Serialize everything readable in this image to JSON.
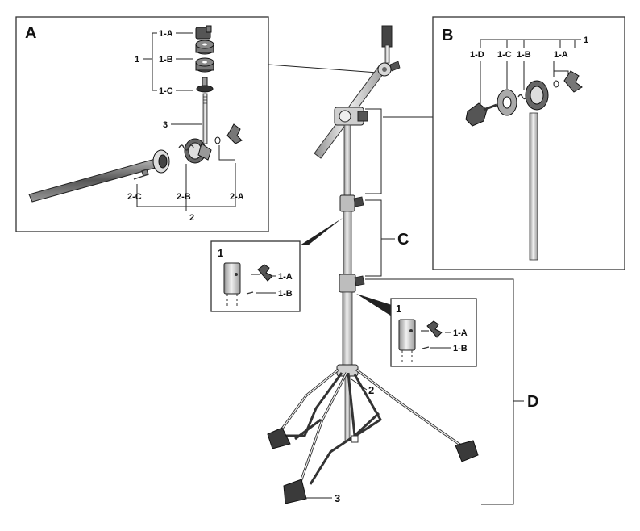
{
  "panels": {
    "A": {
      "title": "A",
      "labels": {
        "one": "1",
        "one_a": "1-A",
        "one_b": "1-B",
        "one_c": "1-C",
        "three": "3",
        "two": "2",
        "two_a": "2-A",
        "two_b": "2-B",
        "two_c": "2-C"
      }
    },
    "B": {
      "title": "B",
      "labels": {
        "one": "1",
        "one_a": "1-A",
        "one_b": "1-B",
        "one_c": "1-C",
        "one_d": "1-D"
      }
    },
    "C": {
      "title": "C",
      "labels": {
        "one": "1",
        "one_a": "1-A",
        "one_b": "1-B"
      }
    },
    "D": {
      "title": "D",
      "labels": {
        "one": "1",
        "one_a": "1-A",
        "one_b": "1-B"
      }
    }
  },
  "stand_labels": {
    "two": "2",
    "three": "3"
  },
  "colors": {
    "line": "#222222",
    "tube_light": "#e8e8e8",
    "tube_dark": "#9a9a9a",
    "rubber": "#333333"
  }
}
